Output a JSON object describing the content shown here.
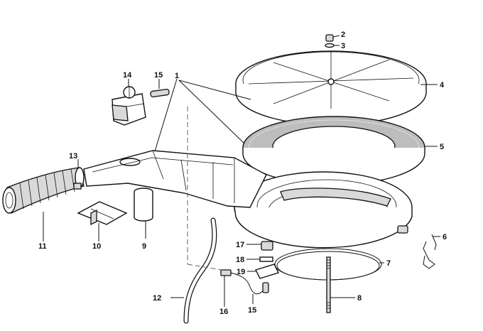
{
  "callouts": [
    {
      "id": "1",
      "label": "1"
    },
    {
      "id": "2",
      "label": "2"
    },
    {
      "id": "3",
      "label": "3"
    },
    {
      "id": "4",
      "label": "4"
    },
    {
      "id": "5",
      "label": "5"
    },
    {
      "id": "6",
      "label": "6"
    },
    {
      "id": "7",
      "label": "7"
    },
    {
      "id": "8",
      "label": "8"
    },
    {
      "id": "9",
      "label": "9"
    },
    {
      "id": "10",
      "label": "10"
    },
    {
      "id": "11",
      "label": "11"
    },
    {
      "id": "12",
      "label": "12"
    },
    {
      "id": "13",
      "label": "13"
    },
    {
      "id": "14",
      "label": "14"
    },
    {
      "id": "15a",
      "label": "15"
    },
    {
      "id": "15b",
      "label": "15"
    },
    {
      "id": "16",
      "label": "16"
    },
    {
      "id": "17",
      "label": "17"
    },
    {
      "id": "18",
      "label": "18"
    },
    {
      "id": "19",
      "label": "19"
    }
  ]
}
